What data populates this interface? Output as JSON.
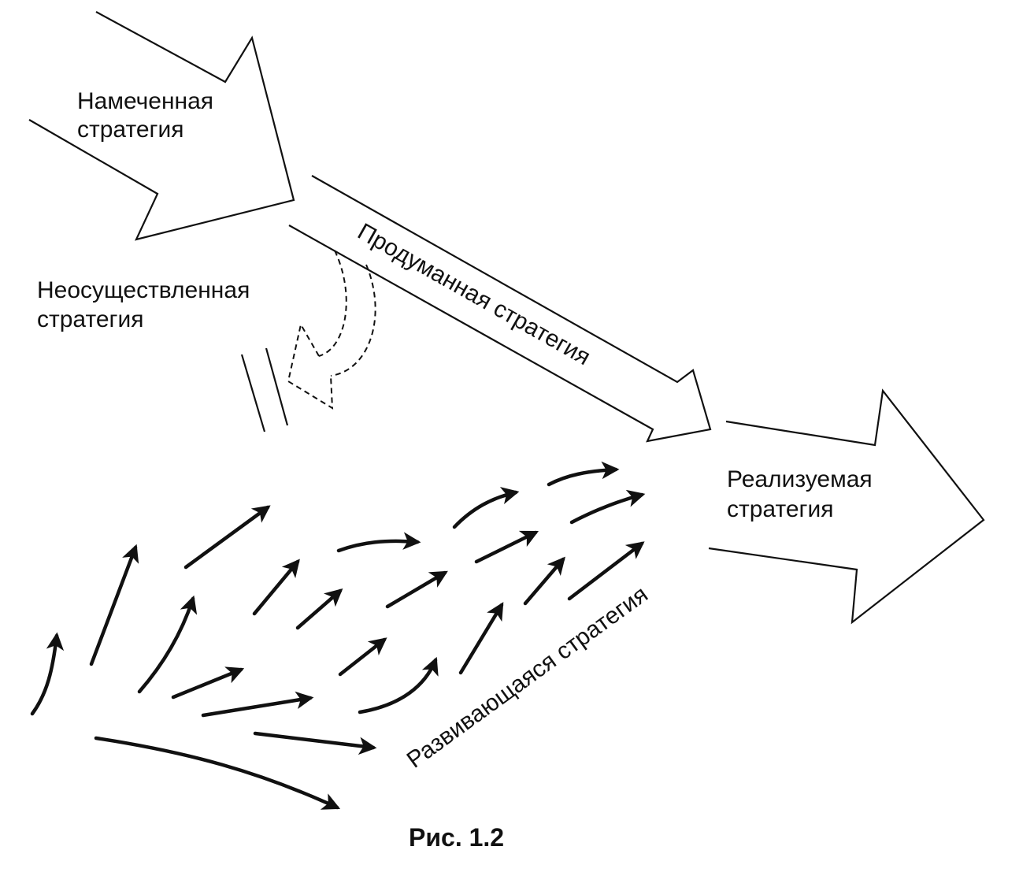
{
  "labels": {
    "intended": [
      "Намеченная",
      "стратегия"
    ],
    "unrealized": [
      "Неосуществленная",
      "стратегия"
    ],
    "deliberate": "Продуманная стратегия",
    "realized": [
      "Реализуемая",
      "стратегия"
    ],
    "emergent": "Развивающаяся стратегия",
    "caption": "Рис. 1.2"
  }
}
